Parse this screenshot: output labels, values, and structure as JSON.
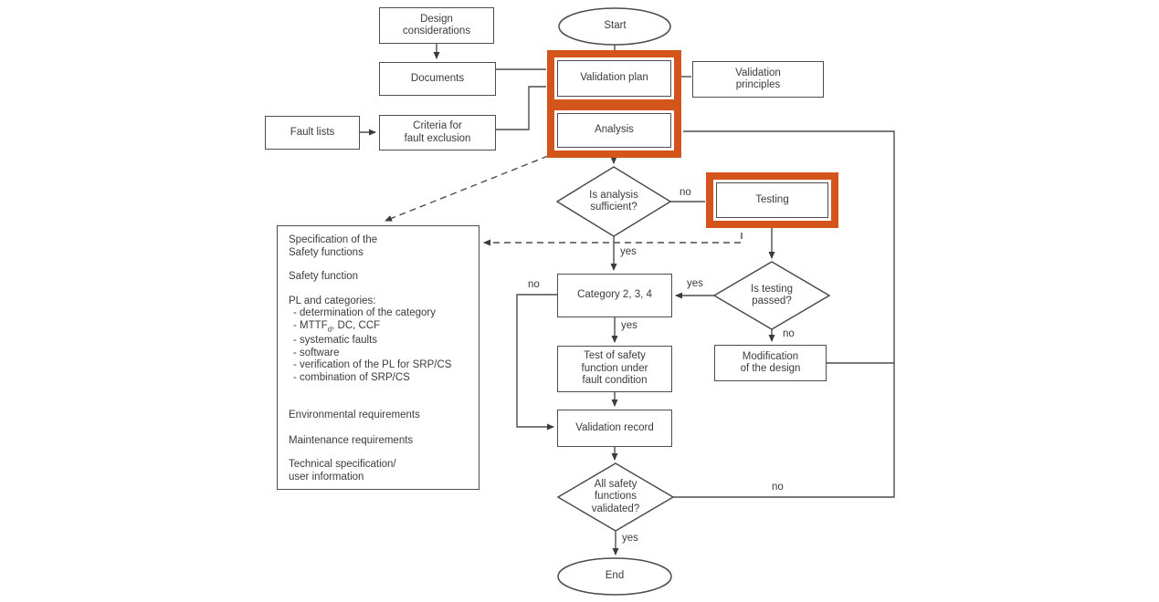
{
  "nodes": {
    "start": "Start",
    "design_considerations": "Design\nconsiderations",
    "documents": "Documents",
    "fault_lists": "Fault lists",
    "criteria_fault_exclusion": "Criteria for\nfault exclusion",
    "validation_plan": "Validation plan",
    "validation_principles": "Validation\nprinciples",
    "analysis": "Analysis",
    "is_analysis_sufficient": "Is analysis\nsufficient?",
    "testing": "Testing",
    "category_234": "Category 2, 3, 4",
    "is_testing_passed": "Is testing\npassed?",
    "modification_of_design": "Modification\nof the design",
    "test_of_safety_function": "Test of safety\nfunction under\nfault condition",
    "validation_record": "Validation record",
    "all_safety_validated": "All safety\nfunctions\nvalidated?",
    "end": "End"
  },
  "edge_labels": {
    "analysis_no": "no",
    "analysis_yes": "yes",
    "testing_passed_yes": "yes",
    "category_no": "no",
    "category_yes": "yes",
    "testing_passed_no": "no",
    "validated_no": "no",
    "validated_yes": "yes"
  },
  "spec_box": {
    "para1": "Specification of the\nSafety functions",
    "para2": "Safety function",
    "pl_title": "PL and categories:",
    "pl_item1": "- determination of the category",
    "mttf_pre": "- MTTF",
    "mttf_sub": "d",
    "mttf_post": ", DC, CCF",
    "pl_item3": "- systematic faults",
    "pl_item4": "- software",
    "pl_item5": "- verification of the PL for SRP/CS",
    "pl_item6": "- combination of SRP/CS",
    "para4": "Environmental requirements",
    "para5": "Maintenance requirements",
    "para6": "Technical specification/\nuser information"
  },
  "colors": {
    "highlight_orange": "#d4551c",
    "line_gray": "#4d4d4d",
    "node_background": "#ffffff",
    "text_gray": "#3b3b3b"
  }
}
